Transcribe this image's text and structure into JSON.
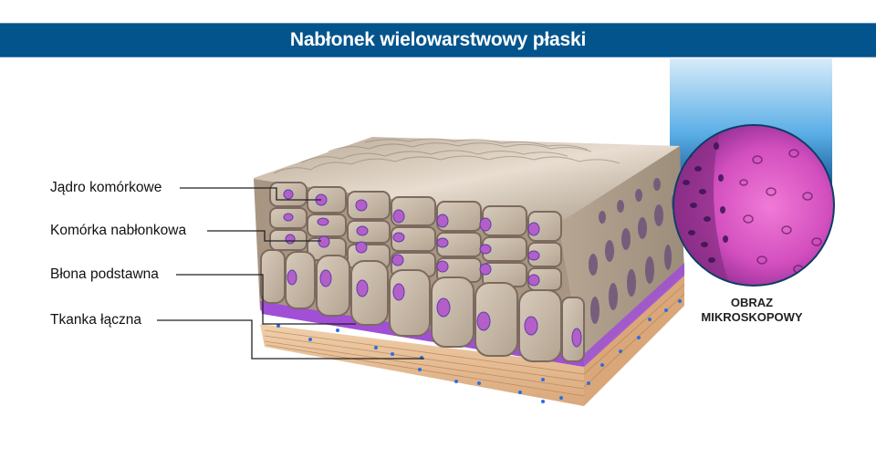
{
  "header": {
    "title": "Nabłonek wielowarstwowy płaski",
    "background": "#03548c"
  },
  "labels": [
    {
      "id": "nucleus",
      "text": "Jądro komórkowe"
    },
    {
      "id": "epithelial-cell",
      "text": "Komórka nabłonkowa"
    },
    {
      "id": "basement-membrane",
      "text": "Błona podstawna"
    },
    {
      "id": "connective-tissue",
      "text": "Tkanka łączna"
    }
  ],
  "micrograph": {
    "caption_line1": "OBRAZ",
    "caption_line2": "MIKROSKOPOWY",
    "ring_color": "#0d3d66"
  },
  "colors": {
    "cell": "#c9b9a4",
    "cell_border": "#7d6a5f",
    "nucleus": "#b45fc8",
    "membrane": "#a04fd6",
    "connective": "#e6c09a",
    "dots": "#2b6fe0"
  }
}
